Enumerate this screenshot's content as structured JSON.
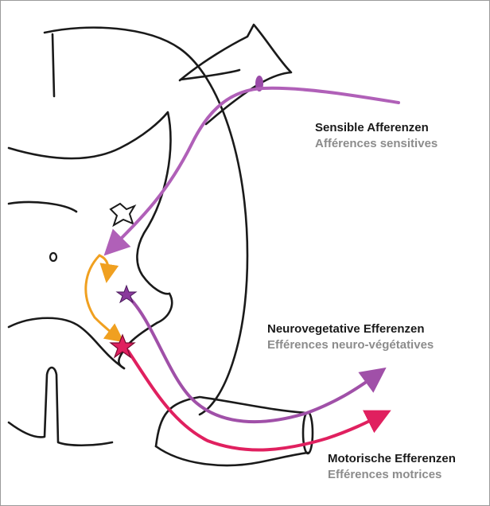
{
  "labels": {
    "sensory": {
      "de": "Sensible Afferenzen",
      "fr": "Afférences sensitives"
    },
    "autonomic": {
      "de": "Neurovegetative Efferenzen",
      "fr": "Efférences neuro-végétatives"
    },
    "motor": {
      "de": "Motorische Efferenzen",
      "fr": "Efférences motrices"
    }
  },
  "colors": {
    "outline": "#1a1a1a",
    "sensory_pathway": "#b060b8",
    "autonomic_pathway": "#a050a8",
    "motor_pathway": "#e0205f",
    "interneuron": "#f0a020",
    "label_de": "#1a1a1a",
    "label_fr": "#8c8c8c",
    "frame": "#9a9a9a"
  },
  "icons": {
    "sensory_ganglion": "ellipse",
    "interneuron_cell": "star-outline",
    "autonomic_neuron": "star",
    "motor_neuron": "star"
  }
}
